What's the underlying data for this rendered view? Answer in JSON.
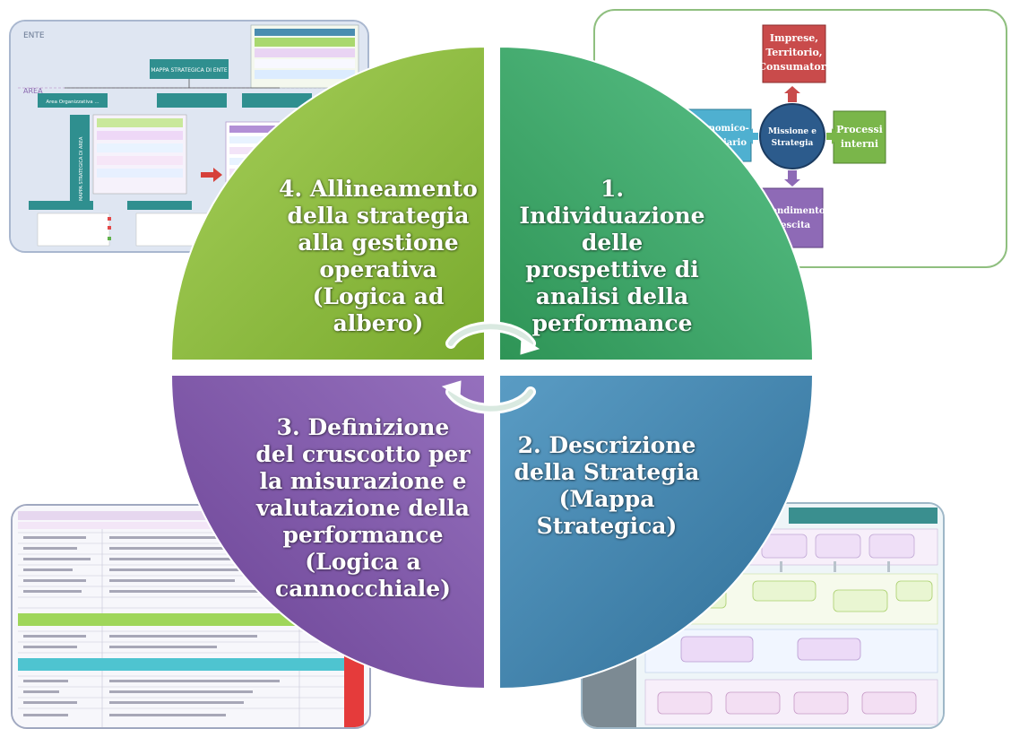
{
  "quadrants": [
    {
      "id": "q4",
      "text": "4. Allineamento\ndella strategia\nalla gestione\noperativa\n(Logica ad\nalbero)",
      "color": "#8cbd3c"
    },
    {
      "id": "q1",
      "text": "1.\nIndividuazione\ndelle\nprospettive di\nanalisi della\nperformance",
      "color": "#3ea865"
    },
    {
      "id": "q3",
      "text": "3. Definizione\ndel cruscotto per\nla misurazione e\nvalutazione della\nperformance\n(Logica a\ncannocchiale)",
      "color": "#7d58a5"
    },
    {
      "id": "q2",
      "text": "2. Descrizione\ndella Strategia\n(Mappa\nStrategica)",
      "color": "#3f82ab"
    }
  ],
  "strategy_diagram": {
    "top": "Imprese,\nTerritorio,\nConsumatori",
    "left": "Economico-\nfinanziario",
    "center": "Missione e\nStrategia",
    "right": "Processi\ninterni",
    "bottom": "Apprendimento e\ncrescita"
  },
  "tree_thumbnail": {
    "ente_label": "ENTE",
    "area_label": "AREA",
    "root_box": "MAPPA STRATEGICA DI ENTE",
    "area_box": "Area Organizzativa ...",
    "vertical_label": "MAPPA STRATEGICA DI AREA"
  }
}
